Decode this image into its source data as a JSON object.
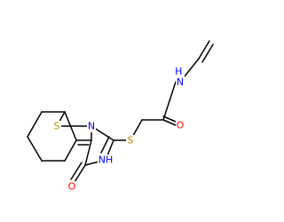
{
  "colors": {
    "carbon_bond": "#000000",
    "nitrogen": "#0000ff",
    "sulfur": "#b8860b",
    "oxygen": "#ff0000"
  },
  "atoms": [
    {
      "id": "s_thiophene",
      "element": "S",
      "label": "S"
    },
    {
      "id": "n1_pyrimidine",
      "element": "N",
      "label": "N"
    },
    {
      "id": "s_thioether",
      "element": "S",
      "label": "S"
    },
    {
      "id": "nh_pyrimidine",
      "element": "N",
      "label": "NH"
    },
    {
      "id": "o_carbonyl_ring",
      "element": "O",
      "label": "O"
    },
    {
      "id": "o_amide",
      "element": "O",
      "label": "O"
    },
    {
      "id": "nh_amide",
      "element": "N",
      "label": "H\nN"
    }
  ]
}
